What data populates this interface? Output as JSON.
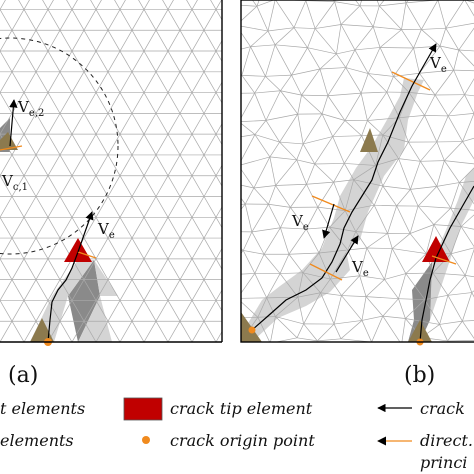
{
  "labels": {
    "panel_a": "(a)",
    "panel_b": "(b)",
    "ve_main": "V",
    "ve_sub": "e",
    "ve2_main": "V",
    "ve2_sub": "e,2",
    "ve1_main": "V",
    "ve1_sub": "c,1"
  },
  "legend": {
    "item_left_1": "t elements",
    "item_left_2": "elements",
    "crack_tip": "crack tip element",
    "crack_origin": "crack origin point",
    "crack_path": "crack",
    "direction_1": "direct.",
    "direction_2": "princi"
  },
  "colors": {
    "crack_tip": "#c00000",
    "origin": "#f08a1e",
    "tan": "#8c7a4e",
    "shade_dark": "#8a8a8a",
    "shade_light": "#d4d4d4",
    "mesh": "#a9a9a9",
    "direction": "#f08a1e"
  }
}
